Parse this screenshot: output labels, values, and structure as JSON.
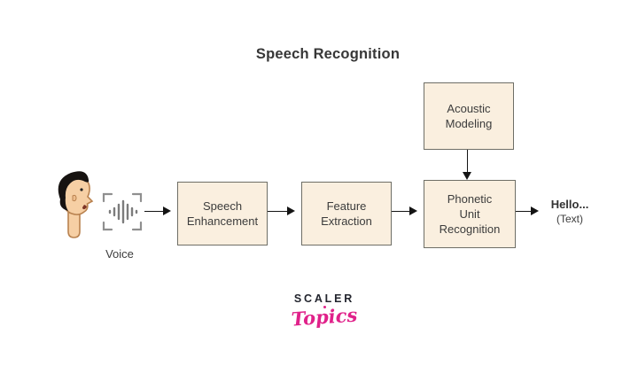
{
  "title": "Speech Recognition",
  "input": {
    "label": "Voice",
    "icons": {
      "person": "person-speaking-icon",
      "wave": "sound-wave-icon"
    }
  },
  "pipeline": {
    "boxes": [
      {
        "id": "speech-enhancement",
        "lines": [
          "Speech",
          "Enhancement"
        ]
      },
      {
        "id": "feature-extraction",
        "lines": [
          "Feature",
          "Extraction"
        ]
      },
      {
        "id": "phonetic-unit-recognition",
        "lines": [
          "Phonetic",
          "Unit",
          "Recognition"
        ]
      }
    ],
    "support_box": {
      "id": "acoustic-modeling",
      "lines": [
        "Acoustic",
        "Modeling"
      ]
    }
  },
  "output": {
    "line1": "Hello...",
    "line2": "(Text)"
  },
  "branding": {
    "name": "SCALER",
    "sub": "Topics"
  },
  "colors": {
    "background": "#ffffff",
    "box_fill": "#faefdf",
    "box_border": "#6e6e66",
    "arrow": "#141414",
    "text": "#3c3c3c",
    "brand_dark": "#23252e",
    "brand_pink": "#e0218a",
    "skin": "#f6cfa4",
    "hair": "#171311"
  }
}
